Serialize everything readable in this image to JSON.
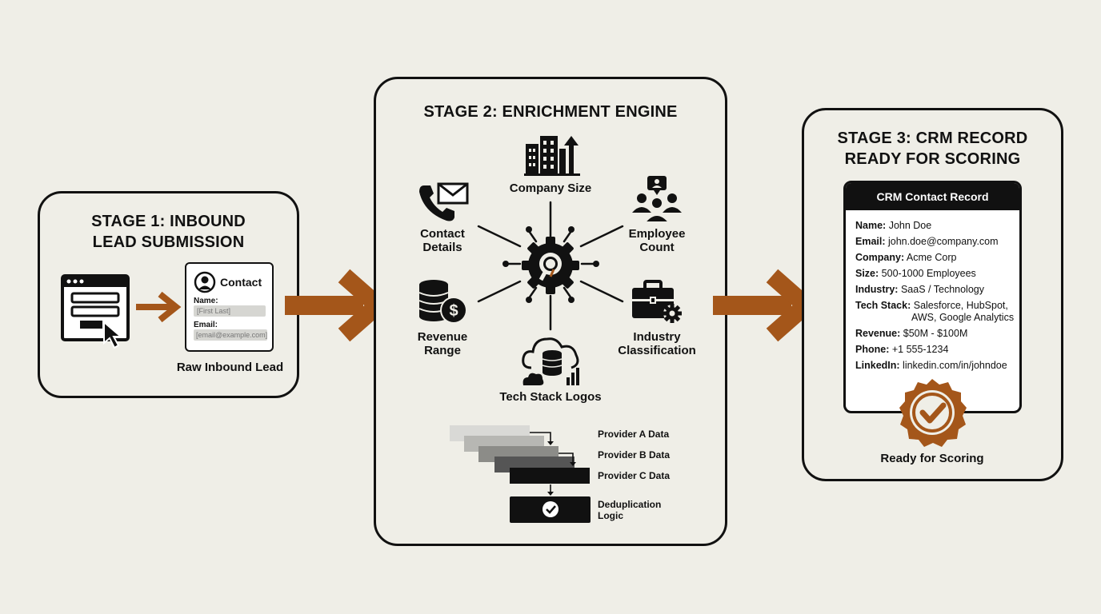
{
  "stage1": {
    "title_line1": "STAGE 1: INBOUND",
    "title_line2": "LEAD SUBMISSION",
    "form_title": "Contact",
    "name_label": "Name:",
    "name_placeholder": "[First Last]",
    "email_label": "Email:",
    "email_placeholder": "[email@example.com]",
    "caption": "Raw Inbound Lead"
  },
  "stage2": {
    "title": "STAGE 2: ENRICHMENT ENGINE",
    "attributes": {
      "company_size": "Company Size",
      "contact_details_line1": "Contact",
      "contact_details_line2": "Details",
      "employee_count_line1": "Employee",
      "employee_count_line2": "Count",
      "revenue_range_line1": "Revenue",
      "revenue_range_line2": "Range",
      "industry_line1": "Industry",
      "industry_line2": "Classification",
      "tech_stack": "Tech Stack Logos"
    },
    "providers": [
      "Provider A Data",
      "Provider B Data",
      "Provider C Data"
    ],
    "dedup_line1": "Deduplication",
    "dedup_line2": "Logic"
  },
  "stage3": {
    "title_line1": "STAGE 3: CRM RECORD",
    "title_line2": "READY FOR SCORING",
    "card_title": "CRM Contact Record",
    "fields": [
      {
        "label": "Name:",
        "value": "John Doe"
      },
      {
        "label": "Email:",
        "value": "john.doe@company.com"
      },
      {
        "label": "Company:",
        "value": "Acme Corp"
      },
      {
        "label": "Size:",
        "value": "500-1000 Employees"
      },
      {
        "label": "Industry:",
        "value": "SaaS / Technology"
      },
      {
        "label": "Tech Stack:",
        "value": "Salesforce, HubSpot,",
        "value2": "AWS, Google Analytics"
      },
      {
        "label": "Revenue:",
        "value": "$50M - $100M"
      },
      {
        "label": "Phone:",
        "value": "+1 555-1234"
      },
      {
        "label": "LinkedIn:",
        "value": "linkedin.com/in/johndoe"
      }
    ],
    "caption": "Ready for Scoring"
  },
  "colors": {
    "accent": "#a4561a",
    "ink": "#111111",
    "background": "#efeee7"
  },
  "icons": [
    "browser-form-icon",
    "cursor-icon",
    "avatar-icon",
    "building-growth-icon",
    "phone-envelope-icon",
    "people-group-icon",
    "coin-stack-dollar-icon",
    "briefcase-gear-icon",
    "cloud-database-icon",
    "gear-magnifier-icon",
    "checkmark-icon",
    "badge-check-icon",
    "flow-arrow-icon"
  ]
}
